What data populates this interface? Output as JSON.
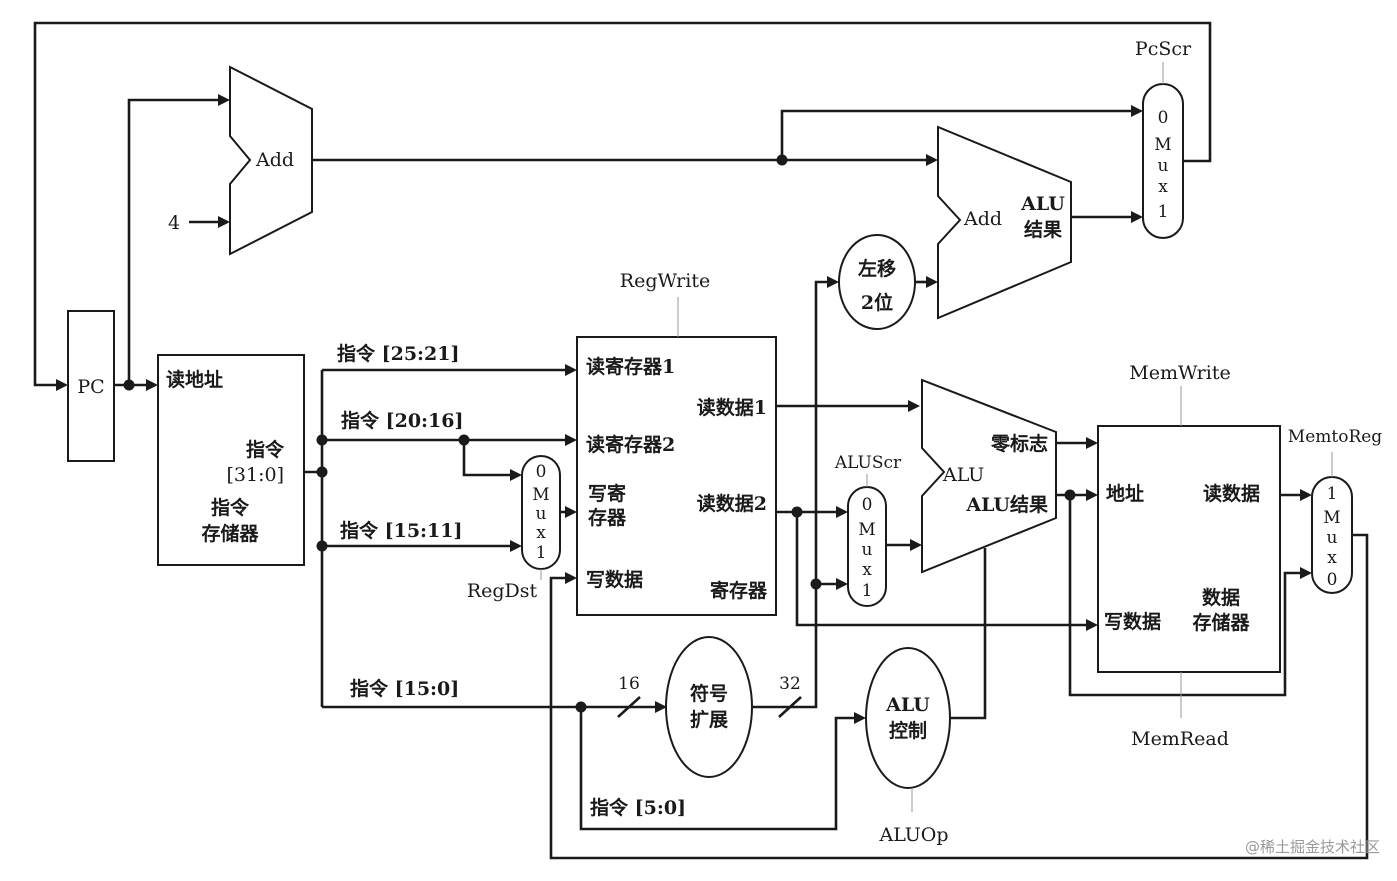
{
  "blocks": {
    "pc": "PC",
    "imem": {
      "read_addr": "读地址",
      "instr": "指令",
      "instr_bits": "[31:0]",
      "name_line1": "指令",
      "name_line2": "存储器"
    },
    "add_pc": "Add",
    "const4": "4",
    "add_branch": {
      "name": "Add",
      "result_line1": "ALU",
      "result_line2": "结果"
    },
    "shift": {
      "line1": "左移",
      "line2": "2位"
    },
    "regfile": {
      "read_reg1": "读寄存器1",
      "read_reg2": "读寄存器2",
      "write_reg_line1": "写寄",
      "write_reg_line2": "存器",
      "write_data": "写数据",
      "read_data1": "读数据1",
      "read_data2": "读数据2",
      "name": "寄存器"
    },
    "alu": {
      "name": "ALU",
      "zero": "零标志",
      "result": "ALU结果"
    },
    "dmem": {
      "addr": "地址",
      "read_data": "读数据",
      "write_data": "写数据",
      "name_line1": "数据",
      "name_line2": "存储器"
    },
    "sign_ext": {
      "line1": "符号",
      "line2": "扩展"
    },
    "alu_ctrl": {
      "line1": "ALU",
      "line2": "控制"
    }
  },
  "muxes": {
    "regdst": [
      "0",
      "M",
      "u",
      "x",
      "1"
    ],
    "aluscr": [
      "0",
      "M",
      "u",
      "x",
      "1"
    ],
    "pcscr": [
      "0",
      "M",
      "u",
      "x",
      "1"
    ],
    "memtoreg": [
      "1",
      "M",
      "u",
      "x",
      "0"
    ]
  },
  "signals": {
    "regwrite": "RegWrite",
    "regdst": "RegDst",
    "aluscr": "ALUScr",
    "pcscr": "PcScr",
    "memwrite": "MemWrite",
    "memread": "MemRead",
    "memtoreg": "MemtoReg",
    "aluop": "ALUOp"
  },
  "buses": {
    "i25_21": "指令 [25:21]",
    "i20_16": "指令 [20:16]",
    "i15_11": "指令 [15:11]",
    "i15_0": "指令 [15:0]",
    "i5_0": "指令 [5:0]",
    "w16": "16",
    "w32": "32"
  },
  "watermark": "@稀土掘金技术社区"
}
